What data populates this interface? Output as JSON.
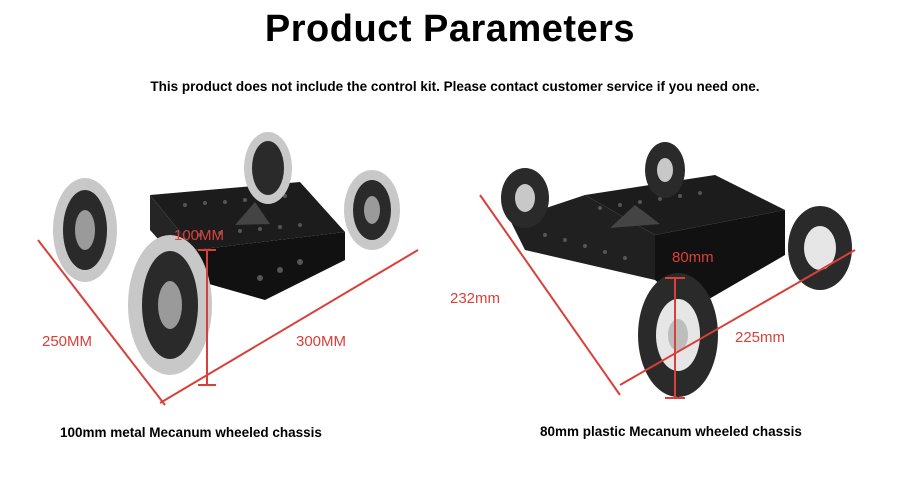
{
  "header": {
    "title": "Product Parameters",
    "notice": "This product does not include the control kit. Please contact customer service if you need one."
  },
  "products": [
    {
      "caption": "100mm metal Mecanum wheeled chassis",
      "dimensions": {
        "width": "250MM",
        "length": "300MM",
        "wheel": "100MM"
      }
    },
    {
      "caption": "80mm plastic Mecanum wheeled chassis",
      "dimensions": {
        "width": "232mm",
        "length": "225mm",
        "wheel": "80mm"
      }
    }
  ],
  "colors": {
    "dimension_lines": "#d9403a",
    "chassis": "#1c1c1c",
    "wheel_metal": "#c8c8c8",
    "roller": "#2a2a2a"
  }
}
